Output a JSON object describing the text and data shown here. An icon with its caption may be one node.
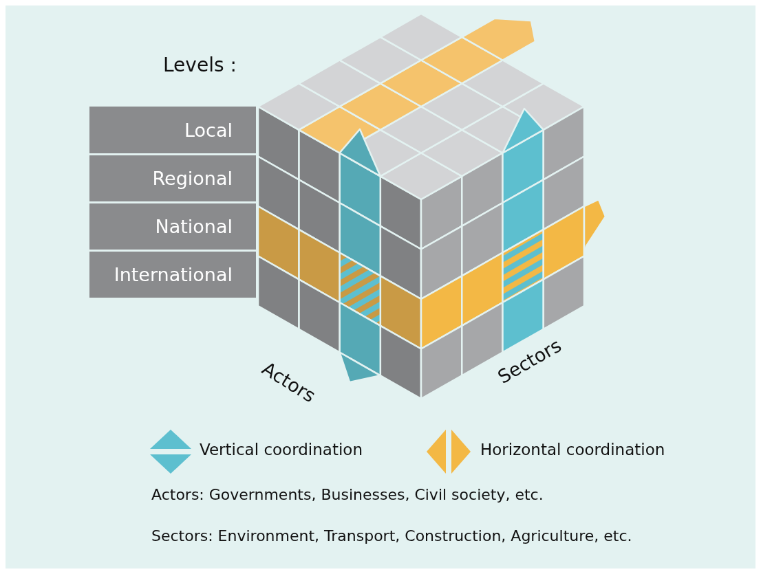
{
  "diagram": {
    "nodes": [
      {
        "text": [
          "Local"
        ]
      },
      {
        "text": [
          "Regional"
        ]
      },
      {
        "text": [
          "National"
        ]
      },
      {
        "text": [
          "International"
        ]
      }
    ],
    "labels": [
      "Levels :",
      "Actors",
      "Sectors",
      "Actors: Governments, Businesses, Civil society, etc.",
      "Sectors: Environment, Transport, Construction, Agriculture, etc."
    ],
    "legend": [
      {
        "text": "Vertical coordination"
      },
      {
        "text": "Horizontal coordination"
      }
    ]
  }
}
